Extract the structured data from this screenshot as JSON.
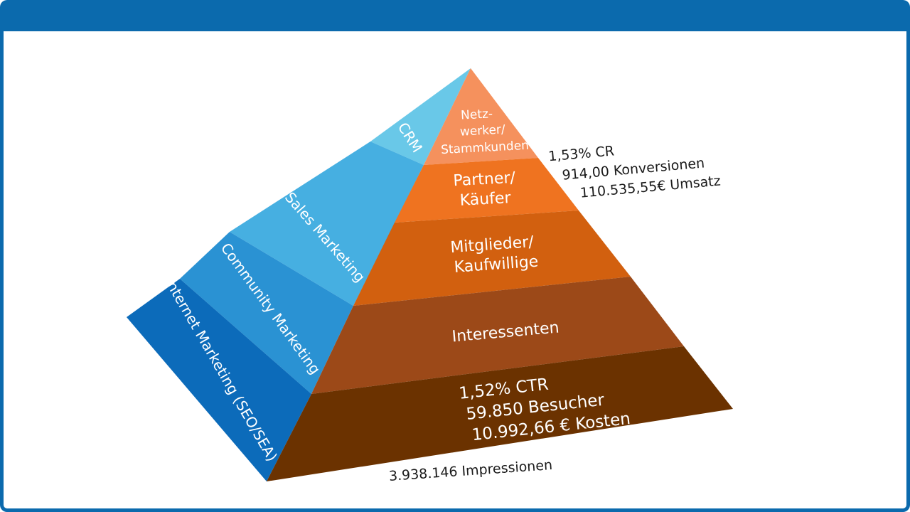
{
  "colors": {
    "frame": "#0b6aad",
    "tier1": "#f5915d",
    "tier2": "#ef7320",
    "tier3": "#d2600f",
    "tier4": "#9c4918",
    "tier5": "#6b3200",
    "side1": "#69c8e8",
    "side2": "#46afe1",
    "side3": "#2a92d3",
    "side4": "#0c6bba"
  },
  "side_labels": [
    {
      "text": "CRM"
    },
    {
      "text": "Sales Marketing"
    },
    {
      "text": "Community Marketing"
    },
    {
      "text": "Internet Marketing (SEO/SEA)"
    }
  ],
  "tiers": [
    {
      "lines": [
        "Netz-",
        "werker/",
        "Stammkunden"
      ]
    },
    {
      "lines": [
        "Partner/",
        "Käufer"
      ]
    },
    {
      "lines": [
        "Mitglieder/",
        "Kaufwillige"
      ]
    },
    {
      "lines": [
        "Interessenten"
      ]
    },
    {
      "lines": [
        "1,52% CTR",
        "59.850 Besucher",
        "10.992,66 € Kosten"
      ]
    }
  ],
  "conversion_metrics": [
    "1,53% CR",
    "914,00 Konversionen",
    "110.535,55€ Umsatz"
  ],
  "impressions": "3.938.146 Impressionen"
}
